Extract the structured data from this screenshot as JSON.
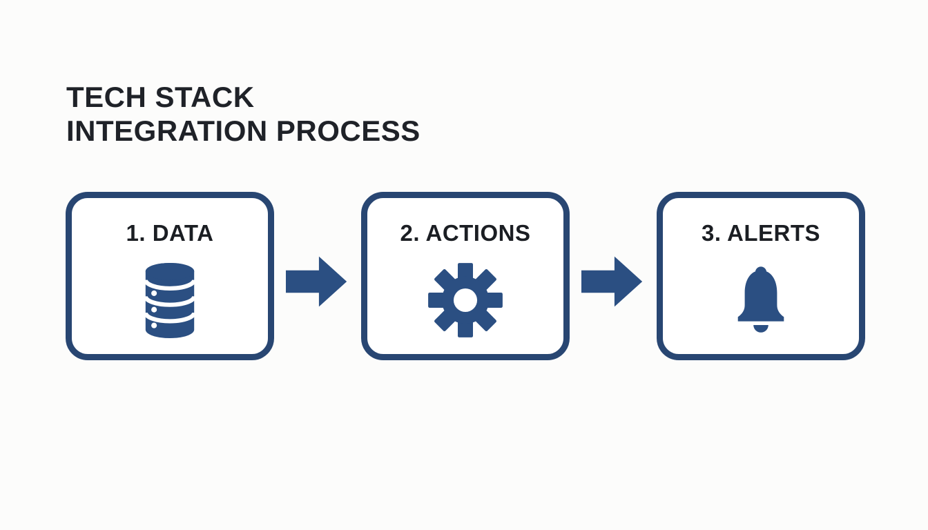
{
  "title": {
    "line1": "TECH STACK",
    "line2": "INTEGRATION PROCESS"
  },
  "steps": [
    {
      "label": "1. DATA",
      "icon": "database-icon"
    },
    {
      "label": "2. ACTIONS",
      "icon": "gear-icon"
    },
    {
      "label": "3. ALERTS",
      "icon": "bell-icon"
    }
  ],
  "connectors": [
    {
      "icon": "arrow-right-icon"
    },
    {
      "icon": "arrow-right-icon"
    }
  ],
  "colors": {
    "accent_blue": "#2b4f82",
    "border_blue": "#284672",
    "title_text": "#1f2228",
    "label_text": "#1b1e23",
    "background": "#fcfcfb"
  }
}
